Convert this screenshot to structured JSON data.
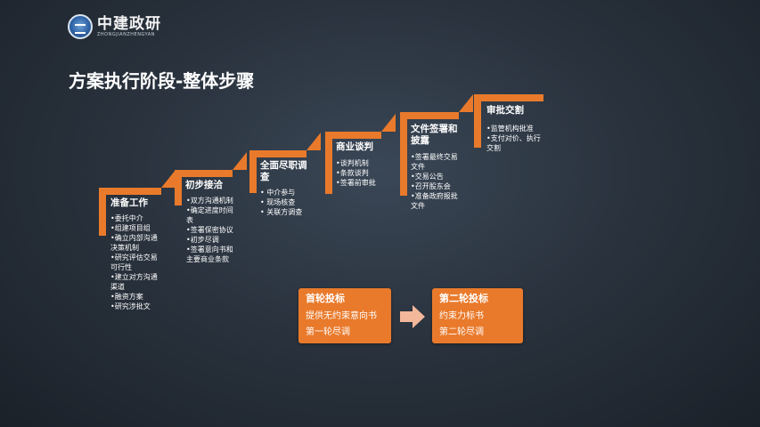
{
  "logo": {
    "cn": "中建政研",
    "en": "ZHONGJIANZHENGYAN",
    "mark": "zjzy-logo-icon"
  },
  "title": "方案执行阶段-整体步骤",
  "steps": [
    {
      "title": "准备工作",
      "items": [
        "•委托中介",
        "•组建项目组",
        "•确立内部沟通决策机制",
        "•研究评估交易可行性",
        "•建立对方沟通渠道",
        "•融资方案",
        "•研究涉批文"
      ]
    },
    {
      "title": "初步接洽",
      "items": [
        "•双方沟通机制",
        "•确定进度时间表",
        "•签署保密协议",
        "•初步尽调",
        "•签署意向书和主要商业条款"
      ]
    },
    {
      "title": "全面尽职调查",
      "items": [
        "• 中介参与",
        "• 现场核查",
        "• 关联方调查"
      ]
    },
    {
      "title": "商业谈判",
      "items": [
        "•谈判机制",
        "•条款谈判",
        "•签署前审批"
      ]
    },
    {
      "title": "文件签署和披露",
      "items": [
        "•签署最终交易文件",
        "•交易公告",
        "•召开股东会",
        "•准备政府报批文件"
      ]
    },
    {
      "title": "审批交割",
      "items": [
        "•监管机构批准",
        "•支付对价、执行交割"
      ]
    }
  ],
  "rounds": {
    "first": {
      "title": "首轮投标",
      "lines": [
        "提供无约束意向书",
        "第一轮尽调"
      ]
    },
    "second": {
      "title": "第二轮投标",
      "lines": [
        "约束力标书",
        "第二轮尽调"
      ]
    },
    "arrow_icon": "right-arrow-icon"
  },
  "colors": {
    "accent": "#e97a2b",
    "arrow": "#f3b79a",
    "background": "#2a333e"
  }
}
